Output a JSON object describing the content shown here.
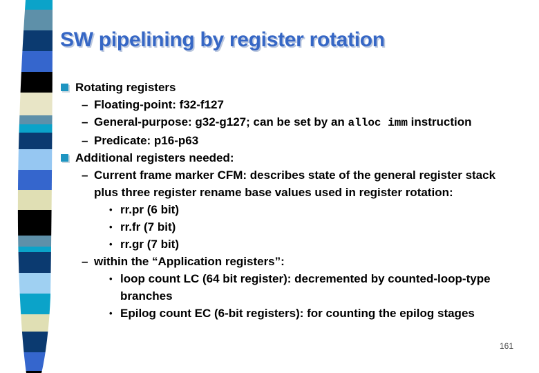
{
  "slide": {
    "title": "SW pipelining by register rotation",
    "page_number": "161"
  },
  "colors": {
    "background": "#ffffff",
    "title": "#3667c5",
    "title_shadow": "#bcc8de",
    "bullet_square": "#1e95c1",
    "text": "#000000",
    "page_number": "#4d4d4d"
  },
  "decorative_strip": {
    "description": "vertical brush-stroke band of colored blocks",
    "segments": [
      {
        "color": "#0ba3c9",
        "height": 14
      },
      {
        "color": "#5e90a9",
        "height": 30
      },
      {
        "color": "#0b3a70",
        "height": 30
      },
      {
        "color": "#3566cd",
        "height": 30
      },
      {
        "color": "#000000",
        "height": 30
      },
      {
        "color": "#e8e5c6",
        "height": 33
      },
      {
        "color": "#5e90a9",
        "height": 13
      },
      {
        "color": "#0ba3c9",
        "height": 12
      },
      {
        "color": "#0b3a70",
        "height": 24
      },
      {
        "color": "#96c7f2",
        "height": 30
      },
      {
        "color": "#3566cd",
        "height": 29
      },
      {
        "color": "#e0dfb4",
        "height": 29
      },
      {
        "color": "#000000",
        "height": 37
      },
      {
        "color": "#5e90a9",
        "height": 16
      },
      {
        "color": "#0ba3c9",
        "height": 8
      },
      {
        "color": "#0b3a70",
        "height": 30
      },
      {
        "color": "#9fd0f2",
        "height": 30
      },
      {
        "color": "#0ba3c9",
        "height": 30
      },
      {
        "color": "#e0dfb4",
        "height": 25
      },
      {
        "color": "#0b3a70",
        "height": 30
      },
      {
        "color": "#3566cd",
        "height": 27
      },
      {
        "color": "#000000",
        "height": 3
      }
    ]
  },
  "content": {
    "markers": {
      "dash": "–",
      "dot": "•"
    },
    "items": [
      {
        "level": 1,
        "marker": "square",
        "text": "Rotating registers"
      },
      {
        "level": 2,
        "marker": "dash",
        "text": "Floating-point: f32-f127"
      },
      {
        "level": 2,
        "marker": "dash",
        "text_before": "General-purpose: g32-g127; can be set by an ",
        "code": "alloc imm",
        "text_after": " instruction"
      },
      {
        "level": 2,
        "marker": "dash",
        "text": "Predicate: p16-p63"
      },
      {
        "level": 1,
        "marker": "square",
        "text": "Additional registers needed:"
      },
      {
        "level": 2,
        "marker": "dash",
        "text": "Current frame marker CFM: describes state of the general register stack plus three register rename base values used in register rotation:"
      },
      {
        "level": 3,
        "marker": "dot",
        "text": "rr.pr (6 bit)"
      },
      {
        "level": 3,
        "marker": "dot",
        "text": "rr.fr (7 bit)"
      },
      {
        "level": 3,
        "marker": "dot",
        "text": "rr.gr (7 bit)"
      },
      {
        "level": 2,
        "marker": "dash",
        "text": "within the “Application registers”:"
      },
      {
        "level": 3,
        "marker": "dot",
        "text": "loop count LC (64 bit register): decremented by counted-loop-type branches"
      },
      {
        "level": 3,
        "marker": "dot",
        "text": "Epilog count EC (6-bit registers): for counting the epilog stages"
      }
    ]
  }
}
